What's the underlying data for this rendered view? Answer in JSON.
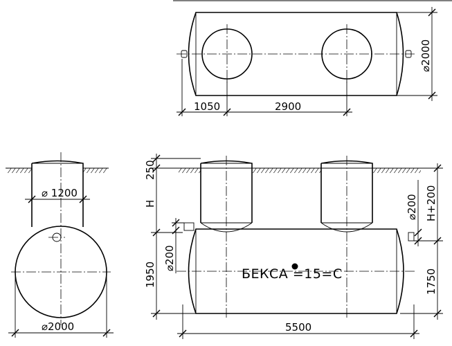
{
  "drawing": {
    "top_view": {
      "tank_diameter": "⌀2000",
      "end_offset": "1050",
      "hatch_spacing": "2900"
    },
    "end_view": {
      "hatch_diameter": "⌀ 1200",
      "tank_diameter": "⌀2000"
    },
    "side_view": {
      "cover_height": "250",
      "depth_label": "H",
      "pipe_inlet": "⌀200",
      "pipe_outlet": "⌀200",
      "outlet_depth": "H+200",
      "inlet_height": "1950",
      "outlet_height": "1750",
      "length": "5500",
      "model_label": "БЕКСА =15=C"
    }
  }
}
